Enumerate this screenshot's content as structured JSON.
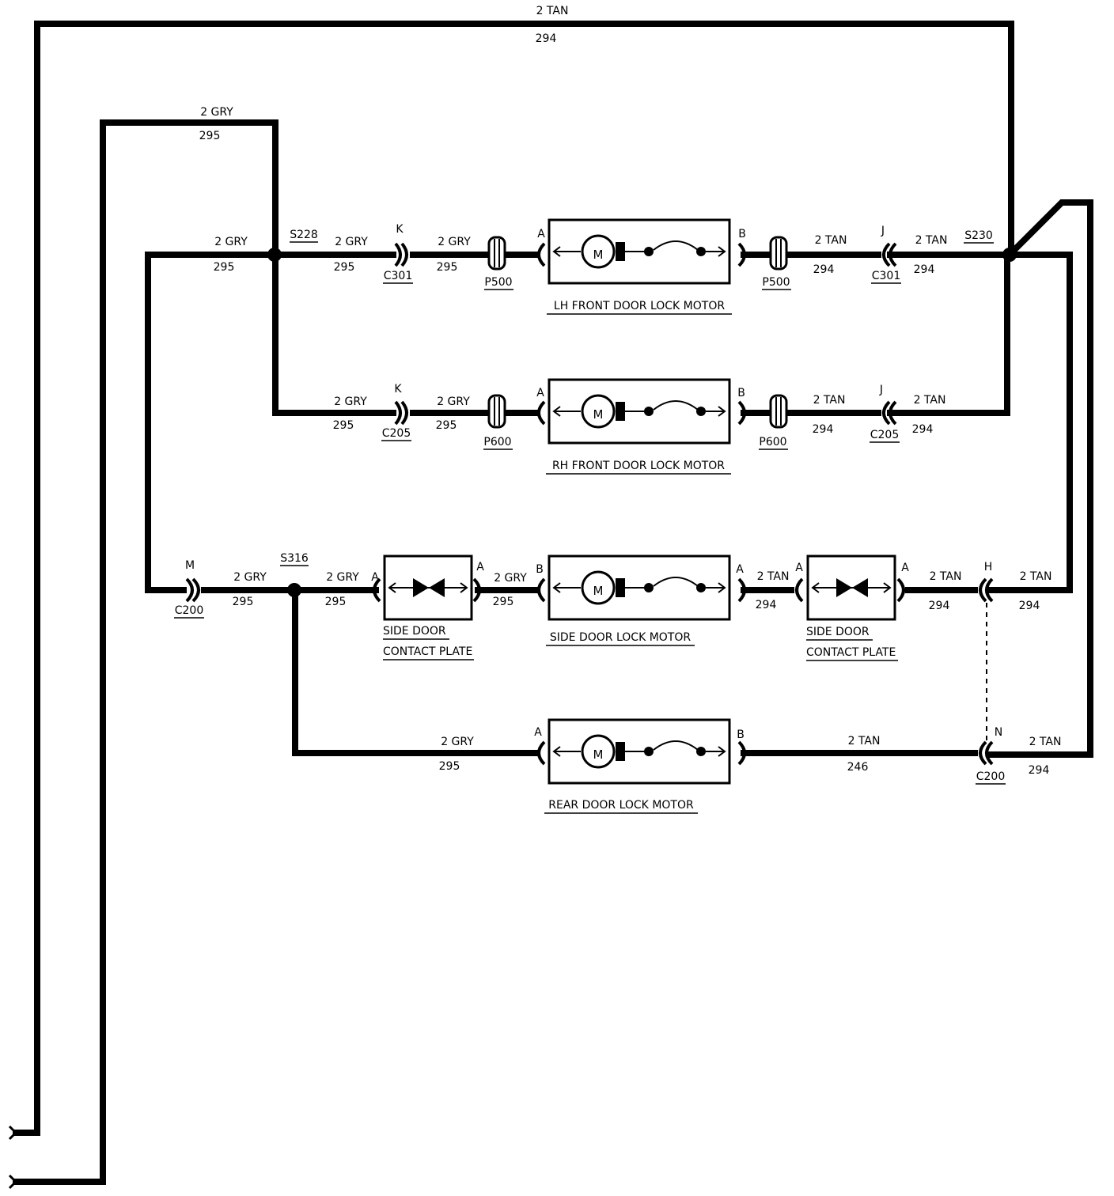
{
  "colors": {
    "ink": "#000000",
    "background": "#ffffff"
  },
  "wires": {
    "top_tan": {
      "gauge": "2 TAN",
      "circuit": "294"
    },
    "top_gry": {
      "gauge": "2 GRY",
      "circuit": "295"
    },
    "lh_left": {
      "gauge": "2 GRY",
      "circuit": "295"
    },
    "lh_mid1": {
      "gauge": "2 GRY",
      "circuit": "295"
    },
    "lh_mid2": {
      "gauge": "2 GRY",
      "circuit": "295"
    },
    "lh_right1": {
      "gauge": "2 TAN",
      "circuit": "294"
    },
    "lh_right2": {
      "gauge": "2 TAN",
      "circuit": "294"
    },
    "rh_mid1": {
      "gauge": "2 GRY",
      "circuit": "295"
    },
    "rh_mid2": {
      "gauge": "2 GRY",
      "circuit": "295"
    },
    "rh_right1": {
      "gauge": "2 TAN",
      "circuit": "294"
    },
    "rh_right2": {
      "gauge": "2 TAN",
      "circuit": "294"
    },
    "side_1": {
      "gauge": "2 GRY",
      "circuit": "295"
    },
    "side_2": {
      "gauge": "2 GRY",
      "circuit": "295"
    },
    "side_3": {
      "gauge": "2 GRY",
      "circuit": "295"
    },
    "side_4": {
      "gauge": "2 TAN",
      "circuit": "294"
    },
    "side_5": {
      "gauge": "2 TAN",
      "circuit": "294"
    },
    "side_6": {
      "gauge": "2 TAN",
      "circuit": "294"
    },
    "rear_1": {
      "gauge": "2 GRY",
      "circuit": "295"
    },
    "rear_2": {
      "gauge": "2 TAN",
      "circuit": "246"
    },
    "rear_3": {
      "gauge": "2 TAN",
      "circuit": "294"
    }
  },
  "splices": {
    "s228": "S228",
    "s230": "S230",
    "s316": "S316"
  },
  "connectors": {
    "c301_k": {
      "pin": "K",
      "name": "C301"
    },
    "c301_j": {
      "pin": "J",
      "name": "C301"
    },
    "c205_k": {
      "pin": "K",
      "name": "C205"
    },
    "c205_j": {
      "pin": "J",
      "name": "C205"
    },
    "c200_m": {
      "pin": "M",
      "name": "C200"
    },
    "c200_h": {
      "pin": "H"
    },
    "c200_n": {
      "pin": "N",
      "name": "C200"
    },
    "p500_l": "P500",
    "p500_r": "P500",
    "p600_l": "P600",
    "p600_r": "P600"
  },
  "pins": {
    "a": "A",
    "b": "B"
  },
  "motor_symbol": "M",
  "components": {
    "lh_front": "LH FRONT DOOR LOCK MOTOR",
    "rh_front": "RH FRONT DOOR LOCK MOTOR",
    "side_motor": "SIDE DOOR LOCK MOTOR",
    "side_plate_line1": "SIDE DOOR",
    "side_plate_line2": "CONTACT PLATE",
    "rear_motor": "REAR DOOR LOCK MOTOR"
  }
}
